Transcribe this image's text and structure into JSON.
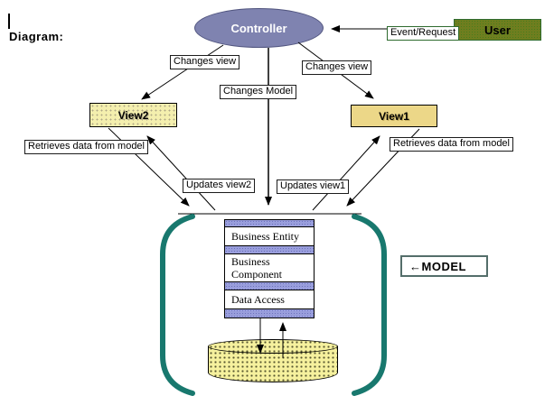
{
  "page": {
    "doc_label": "Diagram:"
  },
  "nodes": {
    "controller": {
      "label": "Controller"
    },
    "user": {
      "label": "User"
    },
    "view2": {
      "label": "View2"
    },
    "view1": {
      "label": "View1"
    },
    "model_tag": {
      "label": "←MODEL"
    },
    "stack": {
      "item1": "Business Entity",
      "item2": "Business Component",
      "item3": "Data Access"
    }
  },
  "edge_labels": {
    "event_request": "Event/Request",
    "changes_view_left": "Changes view",
    "changes_view_right": "Changes view",
    "changes_model": "Changes Model",
    "retrieves_left": "Retrieves data from model",
    "retrieves_right": "Retrieves data from model",
    "updates_view2": "Updates view2",
    "updates_view1": "Updates view1"
  },
  "colors": {
    "controller_fill": "#7f83b0",
    "controller_border": "#50547e",
    "user_fill": "#6f7e1f",
    "user_border": "#2e6b2e",
    "view2_fill": "#f4efae",
    "view1_fill": "#ecd788",
    "stack_bar_fill": "#999edc",
    "cylinder_fill": "#f6f19e",
    "brace_teal": "#18786e",
    "connector": "#000000"
  }
}
